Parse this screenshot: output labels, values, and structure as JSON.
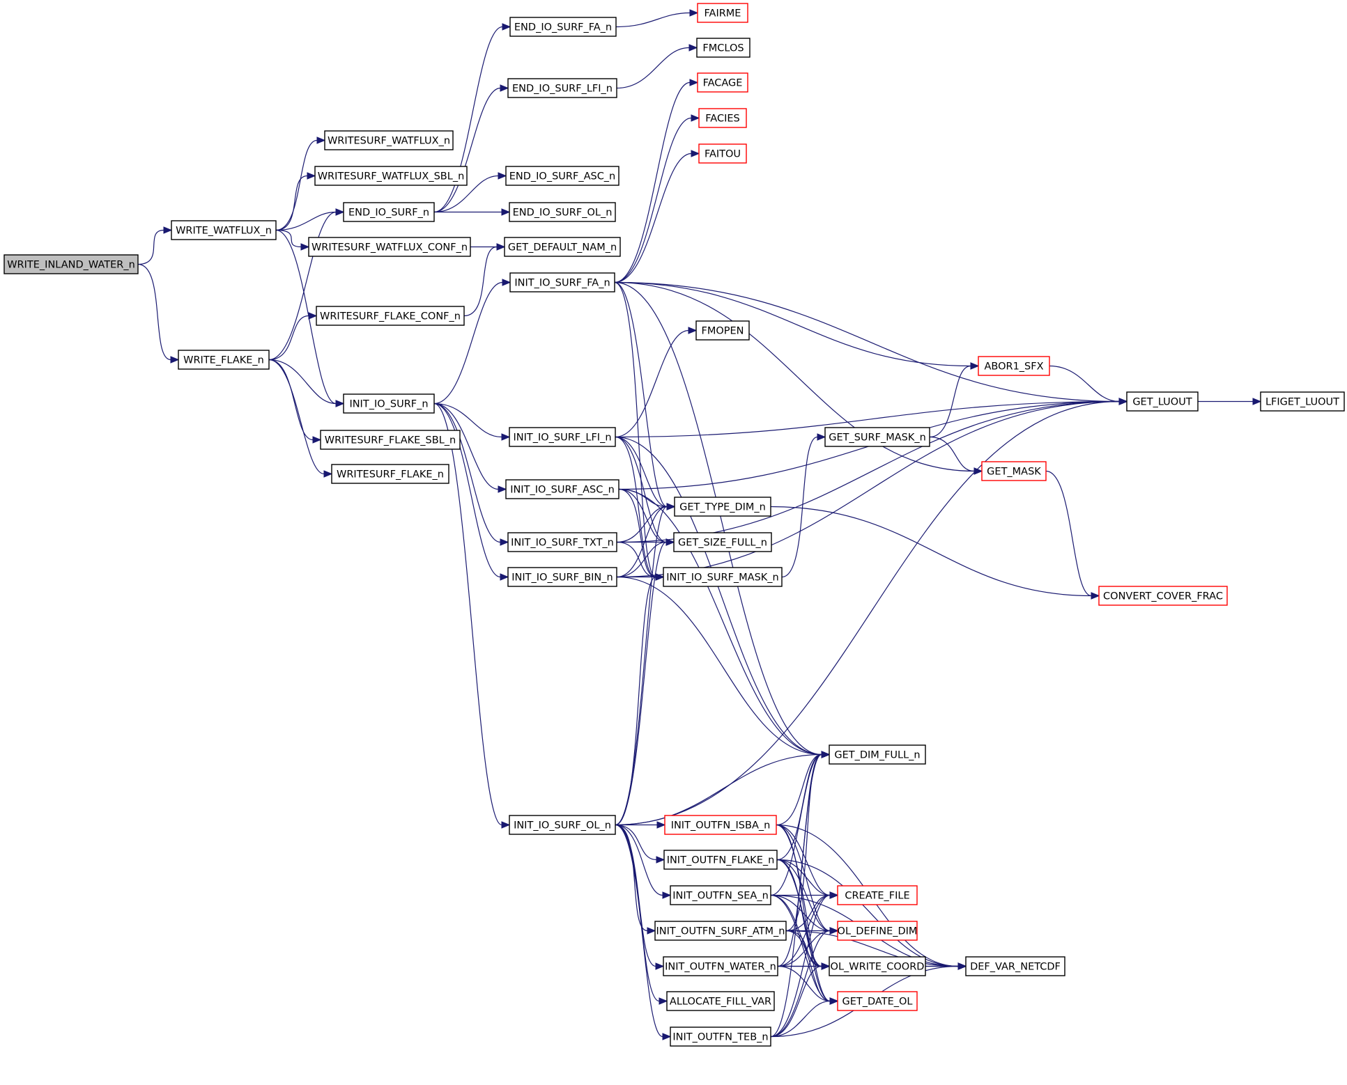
{
  "graph": {
    "title": "",
    "colors": {
      "root_fill": "#bfbfbf",
      "node_fill": "#ffffff",
      "node_border": "#000000",
      "truncated_border": "#ff0000",
      "edge": "#191970"
    },
    "nodes": [
      {
        "id": "write_inland_water",
        "label": "WRITE_INLAND_WATER_n",
        "style": "root"
      },
      {
        "id": "write_watflux",
        "label": "WRITE_WATFLUX_n",
        "style": "normal"
      },
      {
        "id": "write_flake",
        "label": "WRITE_FLAKE_n",
        "style": "normal"
      },
      {
        "id": "writesurf_watflux",
        "label": "WRITESURF_WATFLUX_n",
        "style": "normal"
      },
      {
        "id": "writesurf_watflux_sbl",
        "label": "WRITESURF_WATFLUX_SBL_n",
        "style": "normal"
      },
      {
        "id": "end_io_surf",
        "label": "END_IO_SURF_n",
        "style": "normal"
      },
      {
        "id": "writesurf_watflux_conf",
        "label": "WRITESURF_WATFLUX_CONF_n",
        "style": "normal"
      },
      {
        "id": "writesurf_flake_conf",
        "label": "WRITESURF_FLAKE_CONF_n",
        "style": "normal"
      },
      {
        "id": "init_io_surf",
        "label": "INIT_IO_SURF_n",
        "style": "normal"
      },
      {
        "id": "writesurf_flake_sbl",
        "label": "WRITESURF_FLAKE_SBL_n",
        "style": "normal"
      },
      {
        "id": "writesurf_flake",
        "label": "WRITESURF_FLAKE_n",
        "style": "normal"
      },
      {
        "id": "end_io_surf_fa",
        "label": "END_IO_SURF_FA_n",
        "style": "normal"
      },
      {
        "id": "end_io_surf_lfi",
        "label": "END_IO_SURF_LFI_n",
        "style": "normal"
      },
      {
        "id": "end_io_surf_asc",
        "label": "END_IO_SURF_ASC_n",
        "style": "normal"
      },
      {
        "id": "end_io_surf_ol",
        "label": "END_IO_SURF_OL_n",
        "style": "normal"
      },
      {
        "id": "get_default_nam",
        "label": "GET_DEFAULT_NAM_n",
        "style": "normal"
      },
      {
        "id": "init_io_surf_fa",
        "label": "INIT_IO_SURF_FA_n",
        "style": "normal"
      },
      {
        "id": "init_io_surf_lfi",
        "label": "INIT_IO_SURF_LFI_n",
        "style": "normal"
      },
      {
        "id": "init_io_surf_asc",
        "label": "INIT_IO_SURF_ASC_n",
        "style": "normal"
      },
      {
        "id": "init_io_surf_txt",
        "label": "INIT_IO_SURF_TXT_n",
        "style": "normal"
      },
      {
        "id": "init_io_surf_bin",
        "label": "INIT_IO_SURF_BIN_n",
        "style": "normal"
      },
      {
        "id": "init_io_surf_ol",
        "label": "INIT_IO_SURF_OL_n",
        "style": "normal"
      },
      {
        "id": "fairme",
        "label": "FAIRME",
        "style": "truncated"
      },
      {
        "id": "fmclos",
        "label": "FMCLOS",
        "style": "normal"
      },
      {
        "id": "facage",
        "label": "FACAGE",
        "style": "truncated"
      },
      {
        "id": "facies",
        "label": "FACIES",
        "style": "truncated"
      },
      {
        "id": "faitou",
        "label": "FAITOU",
        "style": "truncated"
      },
      {
        "id": "fmopen",
        "label": "FMOPEN",
        "style": "normal"
      },
      {
        "id": "get_type_dim",
        "label": "GET_TYPE_DIM_n",
        "style": "normal"
      },
      {
        "id": "get_size_full",
        "label": "GET_SIZE_FULL_n",
        "style": "normal"
      },
      {
        "id": "init_io_surf_mask",
        "label": "INIT_IO_SURF_MASK_n",
        "style": "normal"
      },
      {
        "id": "init_outfn_isba",
        "label": "INIT_OUTFN_ISBA_n",
        "style": "truncated"
      },
      {
        "id": "init_outfn_flake",
        "label": "INIT_OUTFN_FLAKE_n",
        "style": "normal"
      },
      {
        "id": "init_outfn_sea",
        "label": "INIT_OUTFN_SEA_n",
        "style": "normal"
      },
      {
        "id": "init_outfn_surf_atm",
        "label": "INIT_OUTFN_SURF_ATM_n",
        "style": "normal"
      },
      {
        "id": "init_outfn_water",
        "label": "INIT_OUTFN_WATER_n",
        "style": "normal"
      },
      {
        "id": "allocate_fill_var",
        "label": "ALLOCATE_FILL_VAR",
        "style": "normal"
      },
      {
        "id": "init_outfn_teb",
        "label": "INIT_OUTFN_TEB_n",
        "style": "normal"
      },
      {
        "id": "abor1_sfx",
        "label": "ABOR1_SFX",
        "style": "truncated"
      },
      {
        "id": "get_surf_mask",
        "label": "GET_SURF_MASK_n",
        "style": "normal"
      },
      {
        "id": "get_mask",
        "label": "GET_MASK",
        "style": "truncated"
      },
      {
        "id": "get_dim_full",
        "label": "GET_DIM_FULL_n",
        "style": "normal"
      },
      {
        "id": "create_file",
        "label": "CREATE_FILE",
        "style": "truncated"
      },
      {
        "id": "ol_define_dim",
        "label": "OL_DEFINE_DIM",
        "style": "truncated"
      },
      {
        "id": "ol_write_coord",
        "label": "OL_WRITE_COORD",
        "style": "normal"
      },
      {
        "id": "get_date_ol",
        "label": "GET_DATE_OL",
        "style": "truncated"
      },
      {
        "id": "get_luout",
        "label": "GET_LUOUT",
        "style": "normal"
      },
      {
        "id": "convert_cover_frac",
        "label": "CONVERT_COVER_FRAC",
        "style": "truncated"
      },
      {
        "id": "def_var_netcdf",
        "label": "DEF_VAR_NETCDF",
        "style": "normal"
      },
      {
        "id": "lfiget_luout",
        "label": "LFIGET_LUOUT",
        "style": "normal"
      }
    ],
    "edges": [
      [
        "write_inland_water",
        "write_watflux"
      ],
      [
        "write_inland_water",
        "write_flake"
      ],
      [
        "write_watflux",
        "writesurf_watflux"
      ],
      [
        "write_watflux",
        "writesurf_watflux_sbl"
      ],
      [
        "write_watflux",
        "end_io_surf"
      ],
      [
        "write_watflux",
        "writesurf_watflux_conf"
      ],
      [
        "write_watflux",
        "init_io_surf"
      ],
      [
        "write_flake",
        "writesurf_flake_conf"
      ],
      [
        "write_flake",
        "init_io_surf"
      ],
      [
        "write_flake",
        "writesurf_flake_sbl"
      ],
      [
        "write_flake",
        "writesurf_flake"
      ],
      [
        "write_flake",
        "end_io_surf"
      ],
      [
        "end_io_surf",
        "end_io_surf_fa"
      ],
      [
        "end_io_surf",
        "end_io_surf_lfi"
      ],
      [
        "end_io_surf",
        "end_io_surf_asc"
      ],
      [
        "end_io_surf",
        "end_io_surf_ol"
      ],
      [
        "writesurf_watflux_conf",
        "get_default_nam"
      ],
      [
        "writesurf_flake_conf",
        "get_default_nam"
      ],
      [
        "init_io_surf",
        "init_io_surf_fa"
      ],
      [
        "init_io_surf",
        "init_io_surf_lfi"
      ],
      [
        "init_io_surf",
        "init_io_surf_asc"
      ],
      [
        "init_io_surf",
        "init_io_surf_txt"
      ],
      [
        "init_io_surf",
        "init_io_surf_bin"
      ],
      [
        "init_io_surf",
        "init_io_surf_ol"
      ],
      [
        "end_io_surf_fa",
        "fairme"
      ],
      [
        "end_io_surf_lfi",
        "fmclos"
      ],
      [
        "init_io_surf_fa",
        "facage"
      ],
      [
        "init_io_surf_fa",
        "facies"
      ],
      [
        "init_io_surf_fa",
        "faitou"
      ],
      [
        "init_io_surf_fa",
        "abor1_sfx"
      ],
      [
        "init_io_surf_fa",
        "get_luout"
      ],
      [
        "init_io_surf_fa",
        "get_mask"
      ],
      [
        "init_io_surf_fa",
        "get_type_dim"
      ],
      [
        "init_io_surf_fa",
        "get_dim_full"
      ],
      [
        "init_io_surf_fa",
        "init_io_surf_mask"
      ],
      [
        "init_io_surf_lfi",
        "fmopen"
      ],
      [
        "init_io_surf_lfi",
        "get_luout"
      ],
      [
        "init_io_surf_lfi",
        "get_type_dim"
      ],
      [
        "init_io_surf_lfi",
        "get_size_full"
      ],
      [
        "init_io_surf_lfi",
        "init_io_surf_mask"
      ],
      [
        "init_io_surf_lfi",
        "get_dim_full"
      ],
      [
        "init_io_surf_asc",
        "get_type_dim"
      ],
      [
        "init_io_surf_asc",
        "get_size_full"
      ],
      [
        "init_io_surf_asc",
        "init_io_surf_mask"
      ],
      [
        "init_io_surf_asc",
        "get_luout"
      ],
      [
        "init_io_surf_asc",
        "get_dim_full"
      ],
      [
        "init_io_surf_txt",
        "get_type_dim"
      ],
      [
        "init_io_surf_txt",
        "get_size_full"
      ],
      [
        "init_io_surf_txt",
        "init_io_surf_mask"
      ],
      [
        "init_io_surf_txt",
        "get_luout"
      ],
      [
        "init_io_surf_bin",
        "get_type_dim"
      ],
      [
        "init_io_surf_bin",
        "get_size_full"
      ],
      [
        "init_io_surf_bin",
        "init_io_surf_mask"
      ],
      [
        "init_io_surf_bin",
        "get_luout"
      ],
      [
        "init_io_surf_bin",
        "get_dim_full"
      ],
      [
        "init_io_surf_ol",
        "get_type_dim"
      ],
      [
        "init_io_surf_ol",
        "get_size_full"
      ],
      [
        "init_io_surf_ol",
        "init_io_surf_mask"
      ],
      [
        "init_io_surf_ol",
        "get_dim_full"
      ],
      [
        "init_io_surf_ol",
        "get_luout"
      ],
      [
        "init_io_surf_ol",
        "init_outfn_isba"
      ],
      [
        "init_io_surf_ol",
        "init_outfn_flake"
      ],
      [
        "init_io_surf_ol",
        "init_outfn_sea"
      ],
      [
        "init_io_surf_ol",
        "init_outfn_surf_atm"
      ],
      [
        "init_io_surf_ol",
        "init_outfn_water"
      ],
      [
        "init_io_surf_ol",
        "allocate_fill_var"
      ],
      [
        "init_io_surf_ol",
        "init_outfn_teb"
      ],
      [
        "init_io_surf_mask",
        "get_surf_mask"
      ],
      [
        "get_surf_mask",
        "abor1_sfx"
      ],
      [
        "get_surf_mask",
        "get_mask"
      ],
      [
        "get_type_dim",
        "convert_cover_frac"
      ],
      [
        "get_mask",
        "convert_cover_frac"
      ],
      [
        "abor1_sfx",
        "get_luout"
      ],
      [
        "get_luout",
        "lfiget_luout"
      ],
      [
        "init_outfn_isba",
        "get_dim_full"
      ],
      [
        "init_outfn_isba",
        "create_file"
      ],
      [
        "init_outfn_isba",
        "ol_define_dim"
      ],
      [
        "init_outfn_isba",
        "ol_write_coord"
      ],
      [
        "init_outfn_isba",
        "get_date_ol"
      ],
      [
        "init_outfn_isba",
        "def_var_netcdf"
      ],
      [
        "init_outfn_flake",
        "get_dim_full"
      ],
      [
        "init_outfn_flake",
        "create_file"
      ],
      [
        "init_outfn_flake",
        "ol_define_dim"
      ],
      [
        "init_outfn_flake",
        "ol_write_coord"
      ],
      [
        "init_outfn_flake",
        "get_date_ol"
      ],
      [
        "init_outfn_flake",
        "def_var_netcdf"
      ],
      [
        "init_outfn_sea",
        "get_dim_full"
      ],
      [
        "init_outfn_sea",
        "create_file"
      ],
      [
        "init_outfn_sea",
        "ol_define_dim"
      ],
      [
        "init_outfn_sea",
        "ol_write_coord"
      ],
      [
        "init_outfn_sea",
        "get_date_ol"
      ],
      [
        "init_outfn_sea",
        "def_var_netcdf"
      ],
      [
        "init_outfn_surf_atm",
        "get_dim_full"
      ],
      [
        "init_outfn_surf_atm",
        "create_file"
      ],
      [
        "init_outfn_surf_atm",
        "ol_define_dim"
      ],
      [
        "init_outfn_surf_atm",
        "ol_write_coord"
      ],
      [
        "init_outfn_surf_atm",
        "get_date_ol"
      ],
      [
        "init_outfn_surf_atm",
        "def_var_netcdf"
      ],
      [
        "init_outfn_water",
        "get_dim_full"
      ],
      [
        "init_outfn_water",
        "create_file"
      ],
      [
        "init_outfn_water",
        "ol_define_dim"
      ],
      [
        "init_outfn_water",
        "ol_write_coord"
      ],
      [
        "init_outfn_water",
        "get_date_ol"
      ],
      [
        "init_outfn_water",
        "def_var_netcdf"
      ],
      [
        "init_outfn_teb",
        "get_dim_full"
      ],
      [
        "init_outfn_teb",
        "create_file"
      ],
      [
        "init_outfn_teb",
        "ol_define_dim"
      ],
      [
        "init_outfn_teb",
        "ol_write_coord"
      ],
      [
        "init_outfn_teb",
        "get_date_ol"
      ],
      [
        "init_outfn_teb",
        "def_var_netcdf"
      ],
      [
        "ol_write_coord",
        "def_var_netcdf"
      ]
    ]
  }
}
